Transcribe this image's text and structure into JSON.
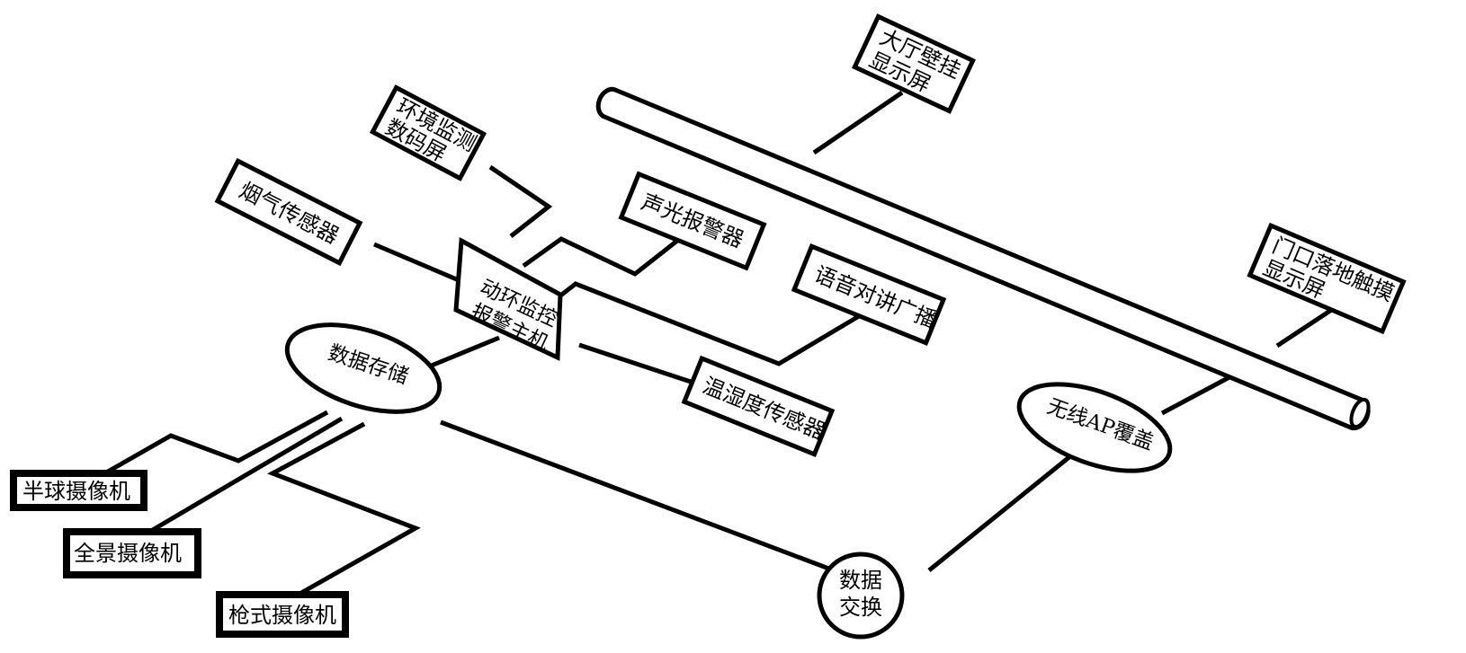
{
  "diagram": {
    "title": "",
    "nodes": {
      "hall_display": {
        "lines": [
          "大厅壁挂",
          "显示屏"
        ],
        "shape": "rectangle"
      },
      "env_display": {
        "lines": [
          "环境监测",
          "数码屏"
        ],
        "shape": "rectangle"
      },
      "smoke_sensor": {
        "lines": [
          "烟气传感器"
        ],
        "shape": "rectangle"
      },
      "alarm_host": {
        "lines": [
          "动环监控",
          "报警主机"
        ],
        "shape": "parallelogram"
      },
      "sound_light_alarm": {
        "lines": [
          "声光报警器"
        ],
        "shape": "rectangle"
      },
      "voice_intercom": {
        "lines": [
          "语音对讲广播"
        ],
        "shape": "rectangle"
      },
      "temp_humidity_sensor": {
        "lines": [
          "温湿度传感器"
        ],
        "shape": "rectangle"
      },
      "door_touch_display": {
        "lines": [
          "门口落地触摸",
          "显示屏"
        ],
        "shape": "rectangle"
      },
      "data_storage": {
        "lines": [
          "数据存储"
        ],
        "shape": "ellipse"
      },
      "wireless_ap": {
        "lines": [
          "无线AP覆盖"
        ],
        "shape": "ellipse"
      },
      "data_exchange": {
        "lines": [
          "数据",
          "交换"
        ],
        "shape": "circle"
      },
      "dome_camera": {
        "lines": [
          "半球摄像机"
        ],
        "shape": "rectangle"
      },
      "panoramic_camera": {
        "lines": [
          "全景摄像机"
        ],
        "shape": "rectangle"
      },
      "bullet_camera": {
        "lines": [
          "枪式摄像机"
        ],
        "shape": "rectangle"
      }
    },
    "bus": {
      "name": "display-bus-tube",
      "shape": "cylinder"
    },
    "edges": [
      [
        "hall_display",
        "bus"
      ],
      [
        "door_touch_display",
        "bus"
      ],
      [
        "wireless_ap",
        "bus"
      ],
      [
        "env_display",
        "alarm_host"
      ],
      [
        "smoke_sensor",
        "alarm_host"
      ],
      [
        "sound_light_alarm",
        "alarm_host"
      ],
      [
        "voice_intercom",
        "alarm_host"
      ],
      [
        "temp_humidity_sensor",
        "alarm_host"
      ],
      [
        "alarm_host",
        "data_storage"
      ],
      [
        "dome_camera",
        "data_storage"
      ],
      [
        "panoramic_camera",
        "data_storage"
      ],
      [
        "bullet_camera",
        "data_storage"
      ],
      [
        "data_storage",
        "data_exchange"
      ],
      [
        "data_exchange",
        "wireless_ap"
      ]
    ]
  }
}
